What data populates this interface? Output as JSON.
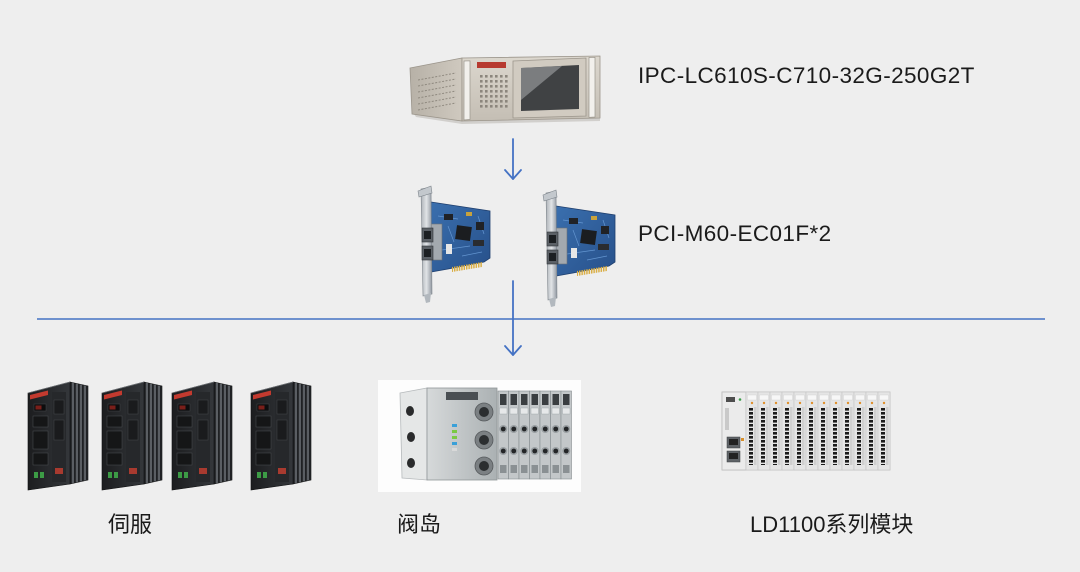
{
  "diagram": {
    "nodes": {
      "ipc": {
        "label": "IPC-LC610S-C710-32G-250G2T"
      },
      "pci_card": {
        "label": "PCI-M60-EC01F*2"
      },
      "servo": {
        "label": "伺服"
      },
      "valve_island": {
        "label": "阀岛"
      },
      "io_module": {
        "label": "LD1100系列模块"
      }
    }
  },
  "colors": {
    "background": "#eeeeee",
    "connector": "#4472c4",
    "text": "#1a1a1a"
  }
}
